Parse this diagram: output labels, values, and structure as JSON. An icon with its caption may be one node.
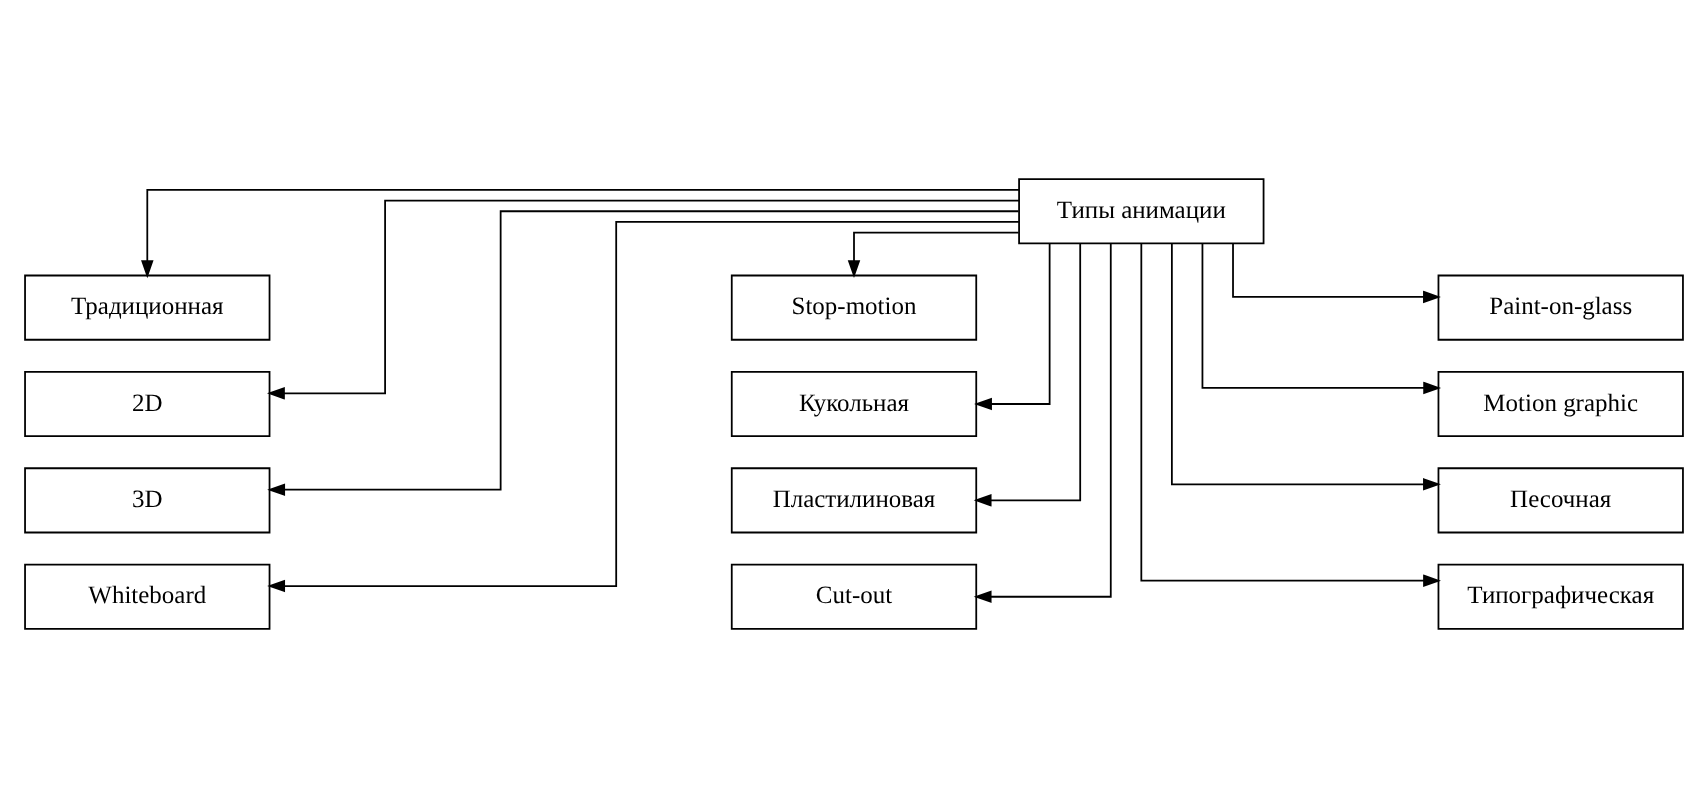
{
  "diagram": {
    "nodes": [
      {
        "text": [
          "Типы анимации"
        ]
      },
      {
        "text": [
          "Традиционная"
        ]
      },
      {
        "text": [
          "2D"
        ]
      },
      {
        "text": [
          "3D"
        ]
      },
      {
        "text": [
          "Whiteboard"
        ]
      },
      {
        "text": [
          "Stop-motion"
        ]
      },
      {
        "text": [
          "Кукольная"
        ]
      },
      {
        "text": [
          "Пластилиновая"
        ]
      },
      {
        "text": [
          "Cut-out"
        ]
      },
      {
        "text": [
          "Paint-on-glass"
        ]
      },
      {
        "text": [
          "Motion graphic"
        ]
      },
      {
        "text": [
          "Песочная"
        ]
      },
      {
        "text": [
          "Типографическая"
        ]
      }
    ],
    "edges": [
      {
        "from": 0,
        "to": 1,
        "arrow": "to"
      },
      {
        "from": 0,
        "to": 2,
        "arrow": "to"
      },
      {
        "from": 0,
        "to": 3,
        "arrow": "to"
      },
      {
        "from": 0,
        "to": 4,
        "arrow": "to"
      },
      {
        "from": 0,
        "to": 5,
        "arrow": "to"
      },
      {
        "from": 0,
        "to": 6,
        "arrow": "to"
      },
      {
        "from": 0,
        "to": 7,
        "arrow": "to"
      },
      {
        "from": 0,
        "to": 8,
        "arrow": "to"
      },
      {
        "from": 0,
        "to": 9,
        "arrow": "to"
      },
      {
        "from": 0,
        "to": 10,
        "arrow": "to"
      },
      {
        "from": 0,
        "to": 11,
        "arrow": "to"
      },
      {
        "from": 0,
        "to": 12,
        "arrow": "to"
      }
    ]
  }
}
